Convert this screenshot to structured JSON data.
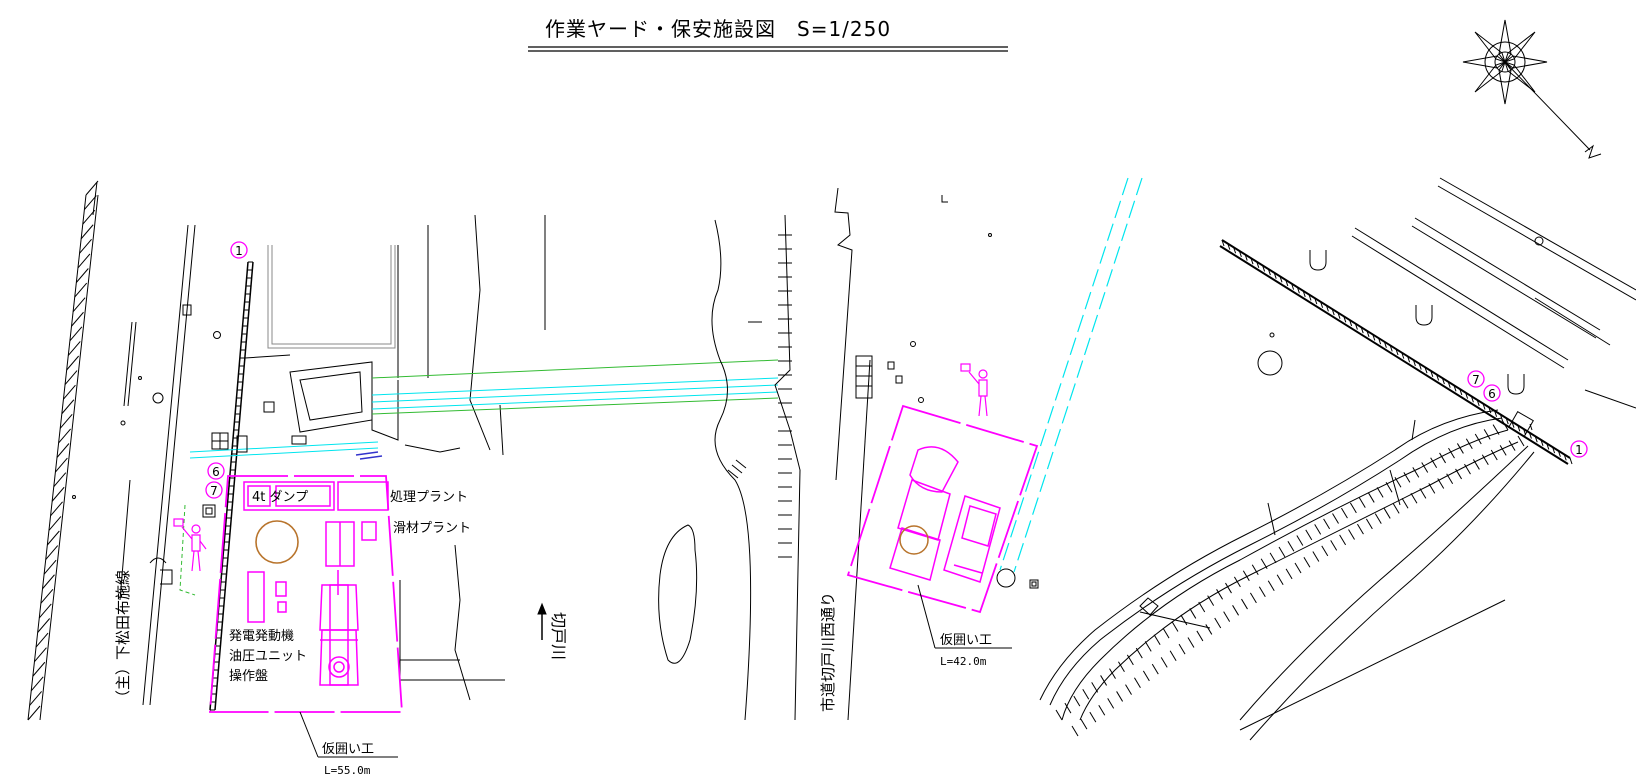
{
  "title": "作業ヤード・保安施設図　S=1/250",
  "colors": {
    "line": "#000000",
    "fence": "#ff00ff",
    "water_pipe": "#00e5ee",
    "green_pipe": "#33bb33",
    "tank": "#b8742c",
    "blue": "#3333cc"
  },
  "icons": [
    "compass-rose-icon",
    "flagman-icon",
    "flagman-icon",
    "manhole-icon"
  ],
  "markers": {
    "m1": "1",
    "m6": "6",
    "m7": "7"
  },
  "left_yard": {
    "dump_label": "4t ダンプ",
    "plant1": "処理プラント",
    "plant2": "滑材プラント",
    "generator": "発電発動機",
    "hydraulic": "油圧ユニット",
    "panel": "操作盤",
    "fence_label": "仮囲い工",
    "fence_length": "L=55.0m"
  },
  "center": {
    "river_label": "切戸川",
    "north_arrow": "↑"
  },
  "middle_yard": {
    "fence_label": "仮囲い工",
    "fence_length": "L=42.0m"
  },
  "roads": {
    "left_road": "（主）下松田布施線",
    "middle_road": "市道切戸川西通り"
  }
}
